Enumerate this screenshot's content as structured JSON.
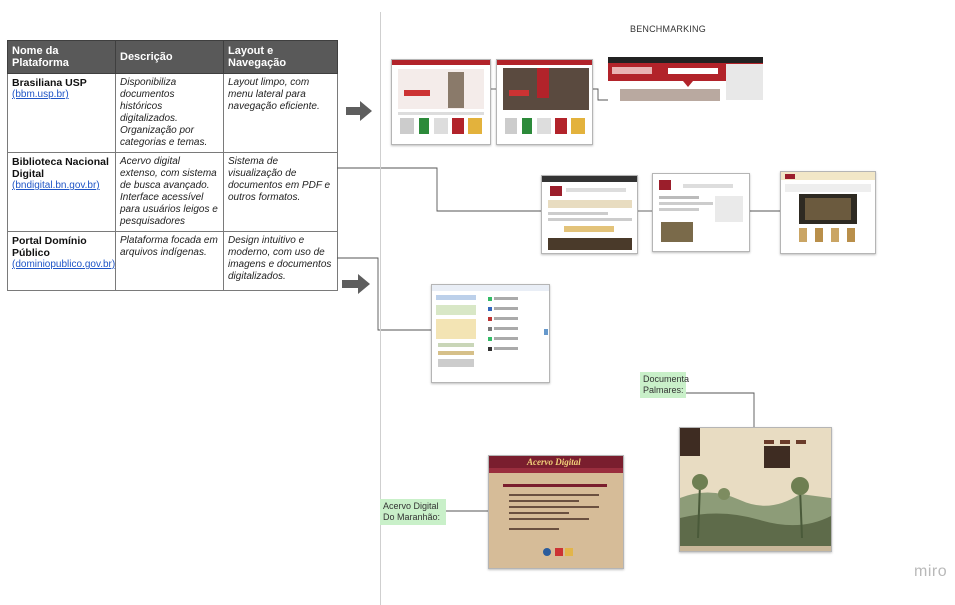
{
  "table": {
    "headers": [
      "Nome da Plataforma",
      "Descrição",
      "Layout e Navegação"
    ],
    "rows": [
      {
        "name": "Brasiliana USP",
        "link": "(bbm.usp.br)",
        "description": "Disponibiliza documentos históricos digitalizados. Organização por categorias e temas.",
        "layout": "Layout limpo, com menu lateral para navegação eficiente."
      },
      {
        "name": "Biblioteca Nacional Digital",
        "link": "(bndigital.bn.gov.br)",
        "description": "Acervo digital extenso, com sistema de busca avançado. Interface acessível para usuários leigos e pesquisadores",
        "layout": "Sistema de visualização de documentos em PDF e outros formatos."
      },
      {
        "name": "Portal Domínio Público",
        "link": "(dominiopublico.gov.br)",
        "description": "Plataforma focada em arquivos indígenas.",
        "layout": "Design intuitivo e moderno, com uso de imagens e documentos digitalizados."
      }
    ]
  },
  "board": {
    "title": "BENCHMARKING",
    "logo": "miro",
    "stickies": {
      "palmares": "Documenta Palmares:",
      "maranhao": "Acervo Digital Do Maranhão:"
    },
    "thumb_acervo_title": "Acervo Digital"
  },
  "colors": {
    "table_header": "#595959",
    "sticky": "#c9f0c9",
    "usp_red": "#b2232a",
    "acervo_maroon": "#7a1e2e"
  }
}
